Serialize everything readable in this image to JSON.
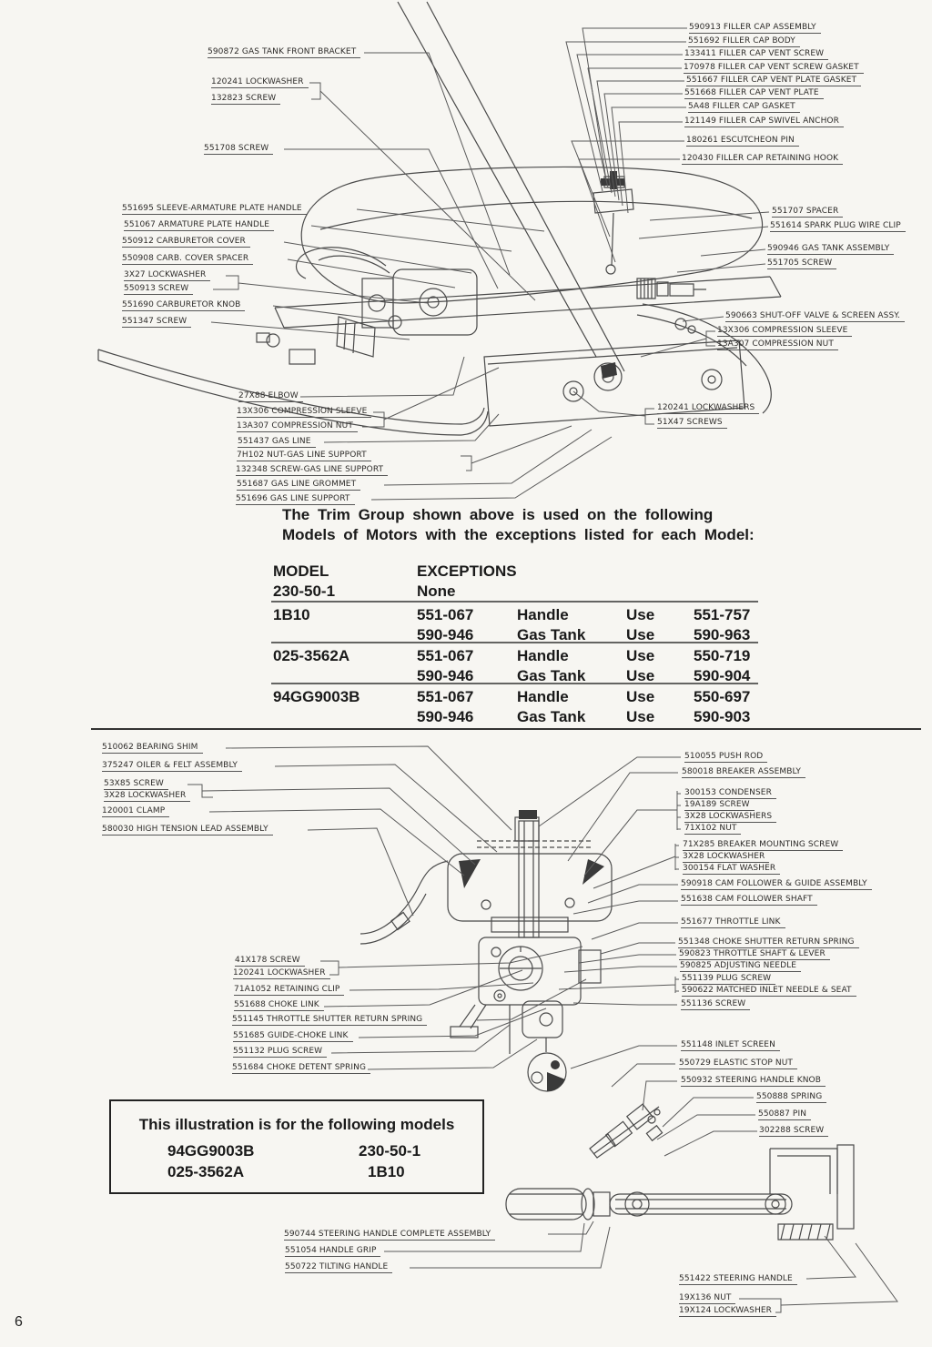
{
  "page_number": "6",
  "paragraph": {
    "line1": "The Trim Group shown above is used on the following",
    "line2": "Models of Motors with the exceptions listed for each Model:"
  },
  "exceptions_table": {
    "header": {
      "model": "MODEL",
      "exceptions": "EXCEPTIONS"
    },
    "rows": [
      {
        "model": "230-50-1",
        "lines": [
          {
            "part": "None",
            "item": "",
            "use": "",
            "repl": ""
          }
        ]
      },
      {
        "model": "1B10",
        "lines": [
          {
            "part": "551-067",
            "item": "Handle",
            "use": "Use",
            "repl": "551-757"
          },
          {
            "part": "590-946",
            "item": "Gas Tank",
            "use": "Use",
            "repl": "590-963"
          }
        ]
      },
      {
        "model": "025-3562A",
        "lines": [
          {
            "part": "551-067",
            "item": "Handle",
            "use": "Use",
            "repl": "550-719"
          },
          {
            "part": "590-946",
            "item": "Gas Tank",
            "use": "Use",
            "repl": "590-904"
          }
        ]
      },
      {
        "model": "94GG9003B",
        "lines": [
          {
            "part": "551-067",
            "item": "Handle",
            "use": "Use",
            "repl": "550-697"
          },
          {
            "part": "590-946",
            "item": "Gas Tank",
            "use": "Use",
            "repl": "590-903"
          }
        ]
      }
    ]
  },
  "top_diagram": {
    "labels_topleft": [
      "590872 GAS TANK FRONT BRACKET",
      "120241 LOCKWASHER",
      "132823 SCREW",
      "551708 SCREW"
    ],
    "labels_left": [
      "551695 SLEEVE-ARMATURE PLATE HANDLE",
      "551067 ARMATURE PLATE HANDLE",
      "550912 CARBURETOR COVER",
      "550908 CARB. COVER SPACER",
      "3X27 LOCKWASHER",
      "550913 SCREW",
      "551690 CARBURETOR KNOB",
      "551347 SCREW"
    ],
    "labels_bottomleft": [
      "27X88 ELBOW",
      "13X306 COMPRESSION SLEEVE",
      "13A307 COMPRESSION NUT",
      "551437 GAS LINE",
      "7H102 NUT-GAS LINE SUPPORT",
      "132348 SCREW-GAS LINE SUPPORT",
      "551687 GAS LINE GROMMET",
      "551696 GAS LINE SUPPORT"
    ],
    "labels_fillercap": [
      "590913 FILLER CAP ASSEMBLY",
      "551692 FILLER CAP BODY",
      "133411 FILLER CAP VENT SCREW",
      "170978 FILLER CAP VENT SCREW GASKET",
      "551667 FILLER CAP VENT PLATE GASKET",
      "551668 FILLER CAP VENT PLATE",
      "5A48 FILLER CAP GASKET",
      "121149 FILLER CAP SWIVEL ANCHOR",
      "180261 ESCUTCHEON PIN",
      "120430 FILLER CAP RETAINING HOOK"
    ],
    "labels_right": [
      "551707 SPACER",
      "551614 SPARK PLUG WIRE CLIP",
      "590946 GAS TANK ASSEMBLY",
      "551705 SCREW",
      "590663 SHUT-OFF VALVE & SCREEN ASSY.",
      "13X306 COMPRESSION SLEEVE",
      "13A307 COMPRESSION NUT"
    ],
    "labels_bottomright": [
      "120241 LOCKWASHERS",
      "51X47 SCREWS"
    ]
  },
  "bottom_diagram": {
    "labels_left_top": [
      "510062 BEARING SHIM",
      "375247 OILER & FELT ASSEMBLY",
      "53X85 SCREW",
      "3X28 LOCKWASHER",
      "120001 CLAMP",
      "580030 HIGH TENSION LEAD ASSEMBLY"
    ],
    "labels_left_bottom": [
      "41X178 SCREW",
      "120241 LOCKWASHER",
      "71A1052 RETAINING CLIP",
      "551688 CHOKE LINK",
      "551145 THROTTLE SHUTTER RETURN SPRING",
      "551685 GUIDE-CHOKE LINK",
      "551132 PLUG SCREW",
      "551684 CHOKE DETENT SPRING"
    ],
    "labels_right": [
      "510055 PUSH ROD",
      "580018 BREAKER ASSEMBLY",
      "300153 CONDENSER",
      "19A189 SCREW",
      "3X28 LOCKWASHERS",
      "71X102 NUT",
      "71X285 BREAKER MOUNTING SCREW",
      "3X28 LOCKWASHER",
      "300154 FLAT WASHER",
      "590918 CAM FOLLOWER & GUIDE ASSEMBLY",
      "551638 CAM FOLLOWER SHAFT",
      "551677 THROTTLE LINK",
      "551348 CHOKE SHUTTER RETURN SPRING",
      "590823 THROTTLE SHAFT & LEVER",
      "590825 ADJUSTING NEEDLE",
      "551139 PLUG SCREW",
      "590622 MATCHED INLET NEEDLE & SEAT",
      "551136 SCREW",
      "551148 INLET SCREEN",
      "550729 ELASTIC STOP NUT",
      "550932 STEERING HANDLE KNOB",
      "550888 SPRING",
      "550887 PIN",
      "302288 SCREW"
    ],
    "labels_bottom": [
      "590744 STEERING HANDLE COMPLETE ASSEMBLY",
      "551054 HANDLE GRIP",
      "550722 TILTING HANDLE",
      "551422 STEERING HANDLE",
      "19X136 NUT",
      "19X124 LOCKWASHER"
    ]
  },
  "models_box": {
    "title": "This illustration is for the following models",
    "models_left": [
      "94GG9003B",
      "025-3562A"
    ],
    "models_right": [
      "230-50-1",
      "1B10"
    ]
  }
}
